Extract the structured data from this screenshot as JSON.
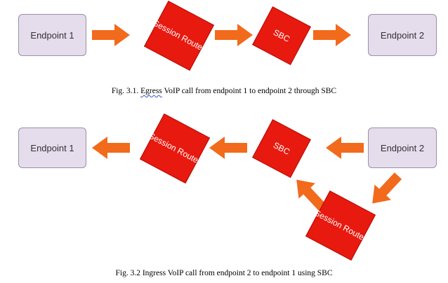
{
  "colors": {
    "arrow": "#f26a1b",
    "node": "#e8190f",
    "endpoint_fill": "#e5dcec",
    "endpoint_border": "#9b8fa8"
  },
  "fig1": {
    "endpoint1": "Endpoint 1",
    "router": "Session Router",
    "sbc": "SBC",
    "endpoint2": "Endpoint 2",
    "caption_prefix": "Fig. 3.1.",
    "caption_word": "Egress",
    "caption_rest": "VoIP call from endpoint 1 to endpoint 2 through SBC"
  },
  "fig2": {
    "endpoint1": "Endpoint 1",
    "router_top": "Session Router",
    "sbc": "SBC",
    "endpoint2": "Endpoint 2",
    "router_bottom": "Session Router",
    "caption": "Fig. 3.2  Ingress VoIP call from endpoint 2 to endpoint 1 using SBC"
  }
}
